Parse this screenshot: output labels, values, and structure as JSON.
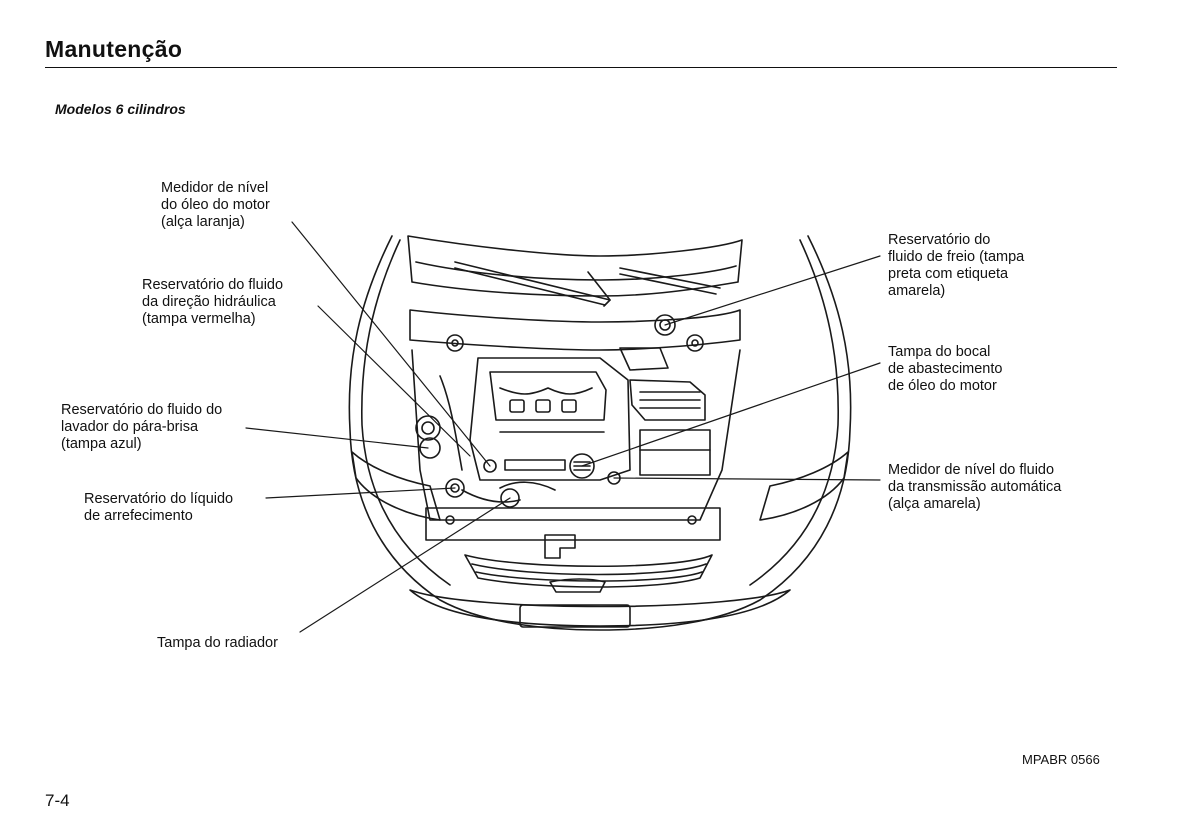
{
  "header": {
    "title": "Manutenção"
  },
  "section": {
    "heading": "Modelos 6 cilindros"
  },
  "callouts": {
    "engine_oil_dipstick": [
      "Medidor de nível",
      "do óleo do motor",
      "(alça laranja)"
    ],
    "power_steering_reservoir": [
      "Reservatório do fluido",
      "da direção hidráulica",
      "(tampa vermelha)"
    ],
    "washer_reservoir": [
      "Reservatório do fluido do",
      "lavador do pára-brisa",
      "(tampa azul)"
    ],
    "coolant_reservoir": [
      "Reservatório do líquido",
      "de arrefecimento"
    ],
    "radiator_cap": [
      "Tampa do radiador"
    ],
    "brake_fluid_reservoir": [
      "Reservatório do",
      "fluido de freio (tampa",
      "preta com etiqueta",
      "amarela)"
    ],
    "oil_filler_cap": [
      "Tampa do bocal",
      "de abastecimento",
      "de óleo do motor"
    ],
    "atf_dipstick": [
      "Medidor de nível do fluido",
      "da transmissão automática",
      "(alça amarela)"
    ]
  },
  "footer": {
    "figure_code": "MPABR 0566",
    "page_number": "7-4"
  }
}
